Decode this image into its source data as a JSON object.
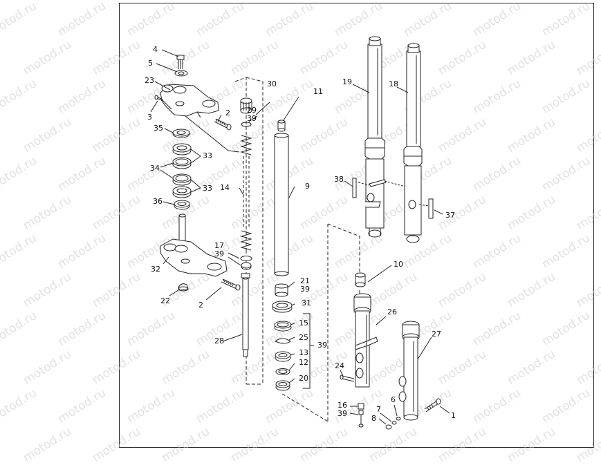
{
  "diagram": {
    "watermark_text": "motod.ru",
    "line_color": "#222222",
    "watermark_color": "#c9c9c9",
    "callouts": {
      "c1": "1",
      "c2a": "2",
      "c2b": "2",
      "c3": "3",
      "c4": "4",
      "c5": "5",
      "c6": "6",
      "c7": "7",
      "c8": "8",
      "c9": "9",
      "c10": "10",
      "c11": "11",
      "c12": "12",
      "c13": "13",
      "c14": "14",
      "c15": "15",
      "c16": "16",
      "c17": "17",
      "c18": "18",
      "c19": "19",
      "c20": "20",
      "c21": "21",
      "c22": "22",
      "c23": "23",
      "c24": "24",
      "c25": "25",
      "c26": "26",
      "c27": "27",
      "c28": "28",
      "c29": "29",
      "c30": "30",
      "c31": "31",
      "c32": "32",
      "c33a": "33",
      "c33b": "33",
      "c34": "34",
      "c35": "35",
      "c36": "36",
      "c37": "37",
      "c38": "38",
      "c39a": "39",
      "c39b": "39",
      "c39c": "39",
      "c39d": "39",
      "c39e": "39"
    }
  }
}
